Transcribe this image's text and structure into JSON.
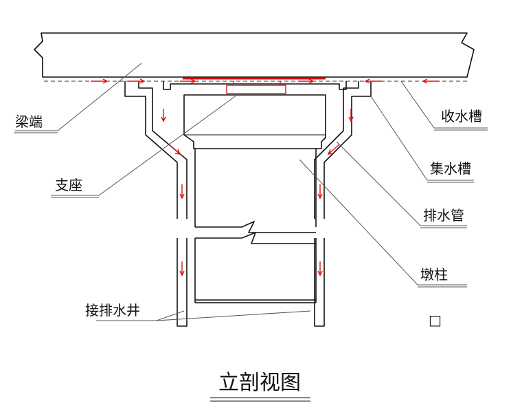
{
  "labels": {
    "beam_end": "梁端",
    "collecting_groove": "收水槽",
    "gathering_groove": "集水槽",
    "bearing": "支座",
    "drain_pipe": "排水管",
    "pier_column": "墩柱",
    "to_drain_well": "接排水井"
  },
  "title": "立剖视图",
  "mark": "□",
  "colors": {
    "line": "#111111",
    "flow_arrow": "#e01010"
  }
}
